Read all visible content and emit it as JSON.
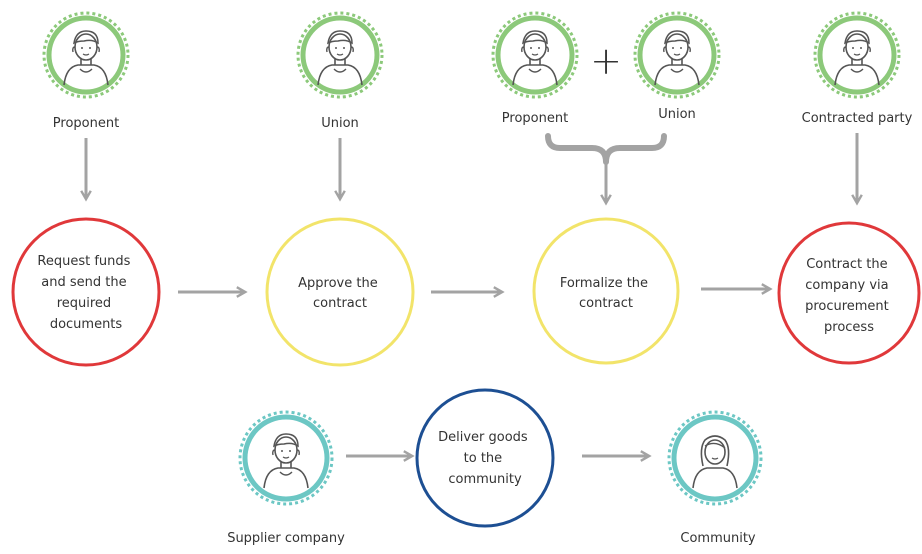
{
  "actors": {
    "proponent_1": "Proponent",
    "union_1": "Union",
    "proponent_2": "Proponent",
    "union_2": "Union",
    "contracted_party": "Contracted party",
    "supplier_company": "Supplier company",
    "community": "Community"
  },
  "plus_sign": "+",
  "steps": {
    "request": [
      "Request funds",
      "and send the",
      "required",
      "documents"
    ],
    "approve": [
      "Approve the",
      "contract"
    ],
    "formalize": [
      "Formalize the",
      "contract"
    ],
    "contract_company": [
      "Contract the",
      "company via",
      "procurement",
      "process"
    ],
    "deliver": [
      "Deliver goods",
      "to the",
      "community"
    ]
  },
  "colors": {
    "actor_green": "#8cc97a",
    "actor_teal": "#6cc7c4",
    "step_red": "#e0383a",
    "step_yellow": "#f2e46a",
    "step_blue": "#1d4f93",
    "arrow": "#a3a3a3",
    "text": "#333333"
  },
  "icons": {
    "person_male": "person-male-icon",
    "person_female": "person-female-icon"
  }
}
